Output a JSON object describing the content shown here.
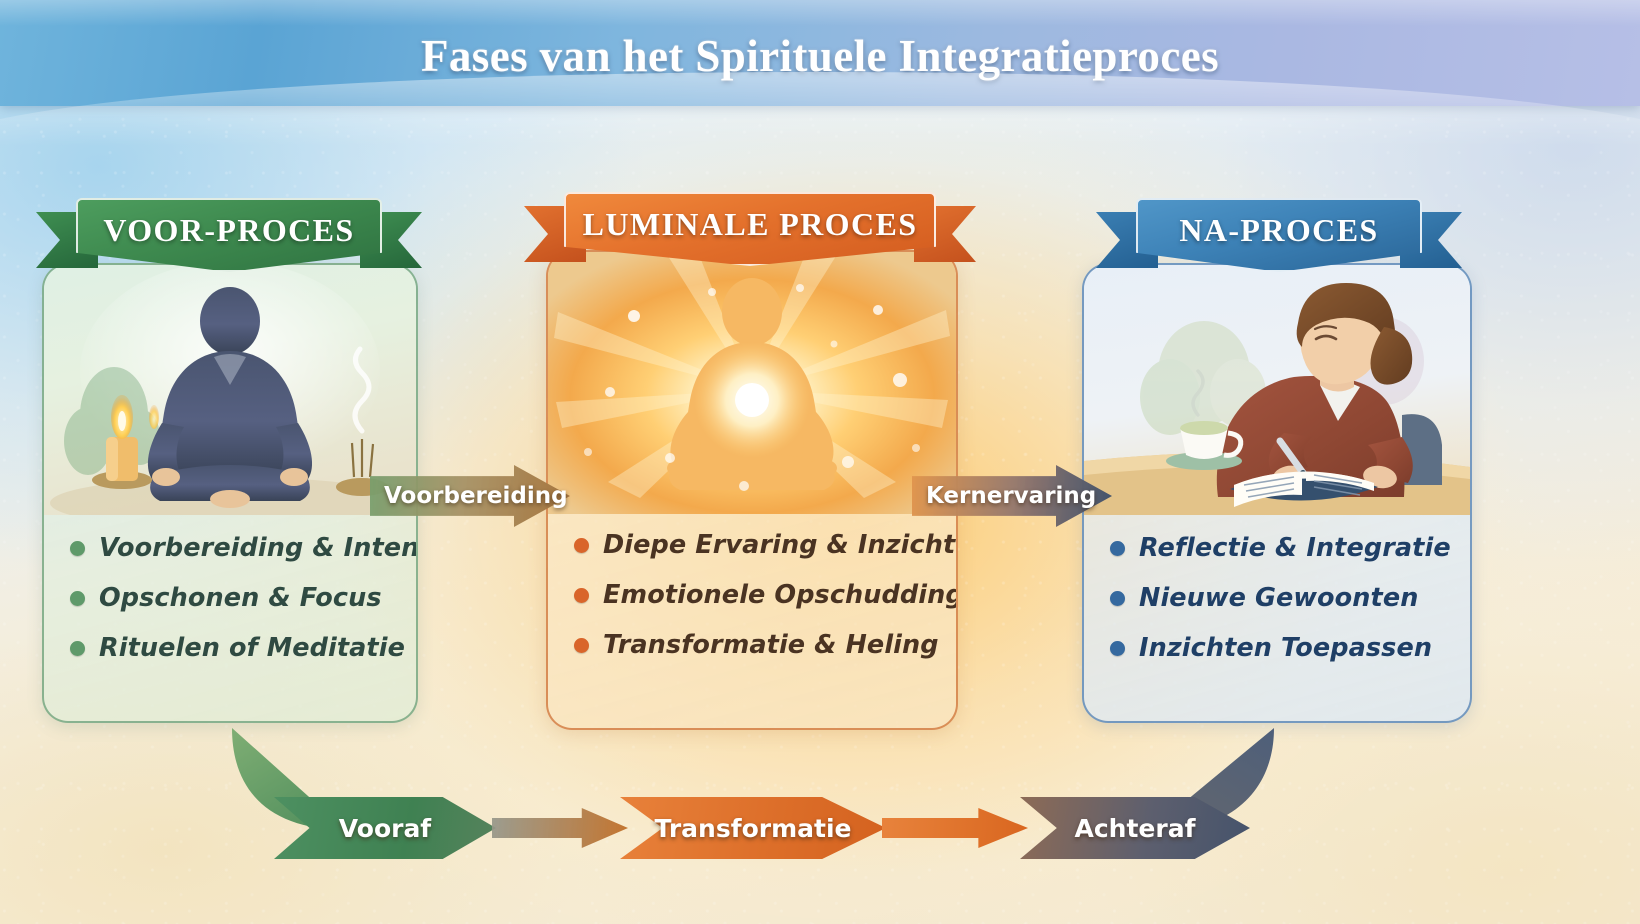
{
  "header": {
    "title": "Fases van het Spirituele Integratieproces"
  },
  "colors": {
    "green": "#3e8a4f",
    "orange": "#e4712c",
    "blue": "#3d82b7",
    "green_dot": "#5f9a6a",
    "orange_dot": "#d9652a",
    "blue_dot": "#35699f",
    "green_text": "#2f4a42",
    "orange_text": "#4a3322",
    "blue_text": "#1f3f66",
    "banner_from": "#6fb4dc",
    "banner_to": "#b6bfe6"
  },
  "panels": [
    {
      "id": "voor-proces",
      "ribbon_label": "VOOR-PROCES",
      "image_alt": "mediterende-persoon-met-kaars-en-wierook",
      "bullets": [
        "Voorbereiding & Intentie",
        "Opschonen & Focus",
        "Rituelen of Meditatie"
      ]
    },
    {
      "id": "luminale-proces",
      "ribbon_label": "LUMINALE PROCES",
      "image_alt": "stralende-mediterende-figuur-met-licht",
      "bullets": [
        "Diepe Ervaring & Inzichten",
        "Emotionele Opschudding",
        "Transformatie & Heling"
      ]
    },
    {
      "id": "na-proces",
      "ribbon_label": "NA-PROCES",
      "image_alt": "vrouw-schrijft-in-dagboek-met-kopje-thee",
      "bullets": [
        "Reflectie & Integratie",
        "Nieuwe Gewoonten",
        "Inzichten Toepassen"
      ]
    }
  ],
  "flow_arrows": [
    {
      "label": "Voorbereiding",
      "from": "voor-proces",
      "to": "luminale-proces"
    },
    {
      "label": "Kernervaring",
      "from": "luminale-proces",
      "to": "na-proces"
    }
  ],
  "bottom_flow": {
    "steps": [
      {
        "label": "Vooraf"
      },
      {
        "label": "Transformatie"
      },
      {
        "label": "Achteraf"
      }
    ]
  }
}
